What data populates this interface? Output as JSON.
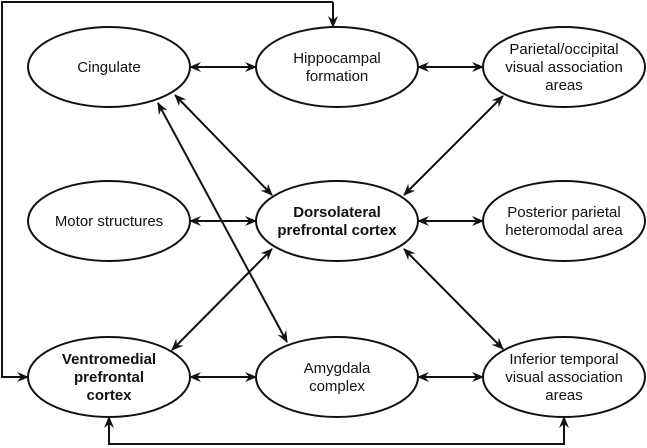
{
  "diagram": {
    "nodes": [
      {
        "id": "cingulate",
        "lines": [
          "Cingulate"
        ],
        "bold": false
      },
      {
        "id": "hippocampal",
        "lines": [
          "Hippocampal",
          "formation"
        ],
        "bold": false
      },
      {
        "id": "parietal-occipital",
        "lines": [
          "Parietal/occipital",
          "visual association",
          "areas"
        ],
        "bold": false
      },
      {
        "id": "motor",
        "lines": [
          "Motor structures"
        ],
        "bold": false
      },
      {
        "id": "dlpfc",
        "lines": [
          "Dorsolateral",
          "prefrontal cortex"
        ],
        "bold": true
      },
      {
        "id": "posterior-parietal",
        "lines": [
          "Posterior parietal",
          "heteromodal area"
        ],
        "bold": false
      },
      {
        "id": "vmpfc",
        "lines": [
          "Ventromedial",
          "prefrontal",
          "cortex"
        ],
        "bold": true
      },
      {
        "id": "amygdala",
        "lines": [
          "Amygdala",
          "complex"
        ],
        "bold": false
      },
      {
        "id": "inferior-temporal",
        "lines": [
          "Inferior temporal",
          "visual association",
          "areas"
        ],
        "bold": false
      }
    ],
    "edges": [
      {
        "from": "cingulate",
        "to": "hippocampal",
        "direction": "both"
      },
      {
        "from": "hippocampal",
        "to": "parietal-occipital",
        "direction": "both"
      },
      {
        "from": "motor",
        "to": "dlpfc",
        "direction": "both"
      },
      {
        "from": "dlpfc",
        "to": "posterior-parietal",
        "direction": "both"
      },
      {
        "from": "vmpfc",
        "to": "amygdala",
        "direction": "both"
      },
      {
        "from": "amygdala",
        "to": "inferior-temporal",
        "direction": "both"
      },
      {
        "from": "cingulate",
        "to": "dlpfc",
        "direction": "both"
      },
      {
        "from": "cingulate",
        "to": "amygdala",
        "direction": "both"
      },
      {
        "from": "dlpfc",
        "to": "parietal-occipital",
        "direction": "both"
      },
      {
        "from": "dlpfc",
        "to": "vmpfc",
        "direction": "both"
      },
      {
        "from": "dlpfc",
        "to": "inferior-temporal",
        "direction": "both"
      },
      {
        "from": "vmpfc",
        "to": "hippocampal",
        "direction": "forward",
        "route": "outer-top-loop"
      },
      {
        "from": "inferior-temporal",
        "to": "vmpfc",
        "direction": "both",
        "route": "bottom-loop"
      }
    ]
  }
}
